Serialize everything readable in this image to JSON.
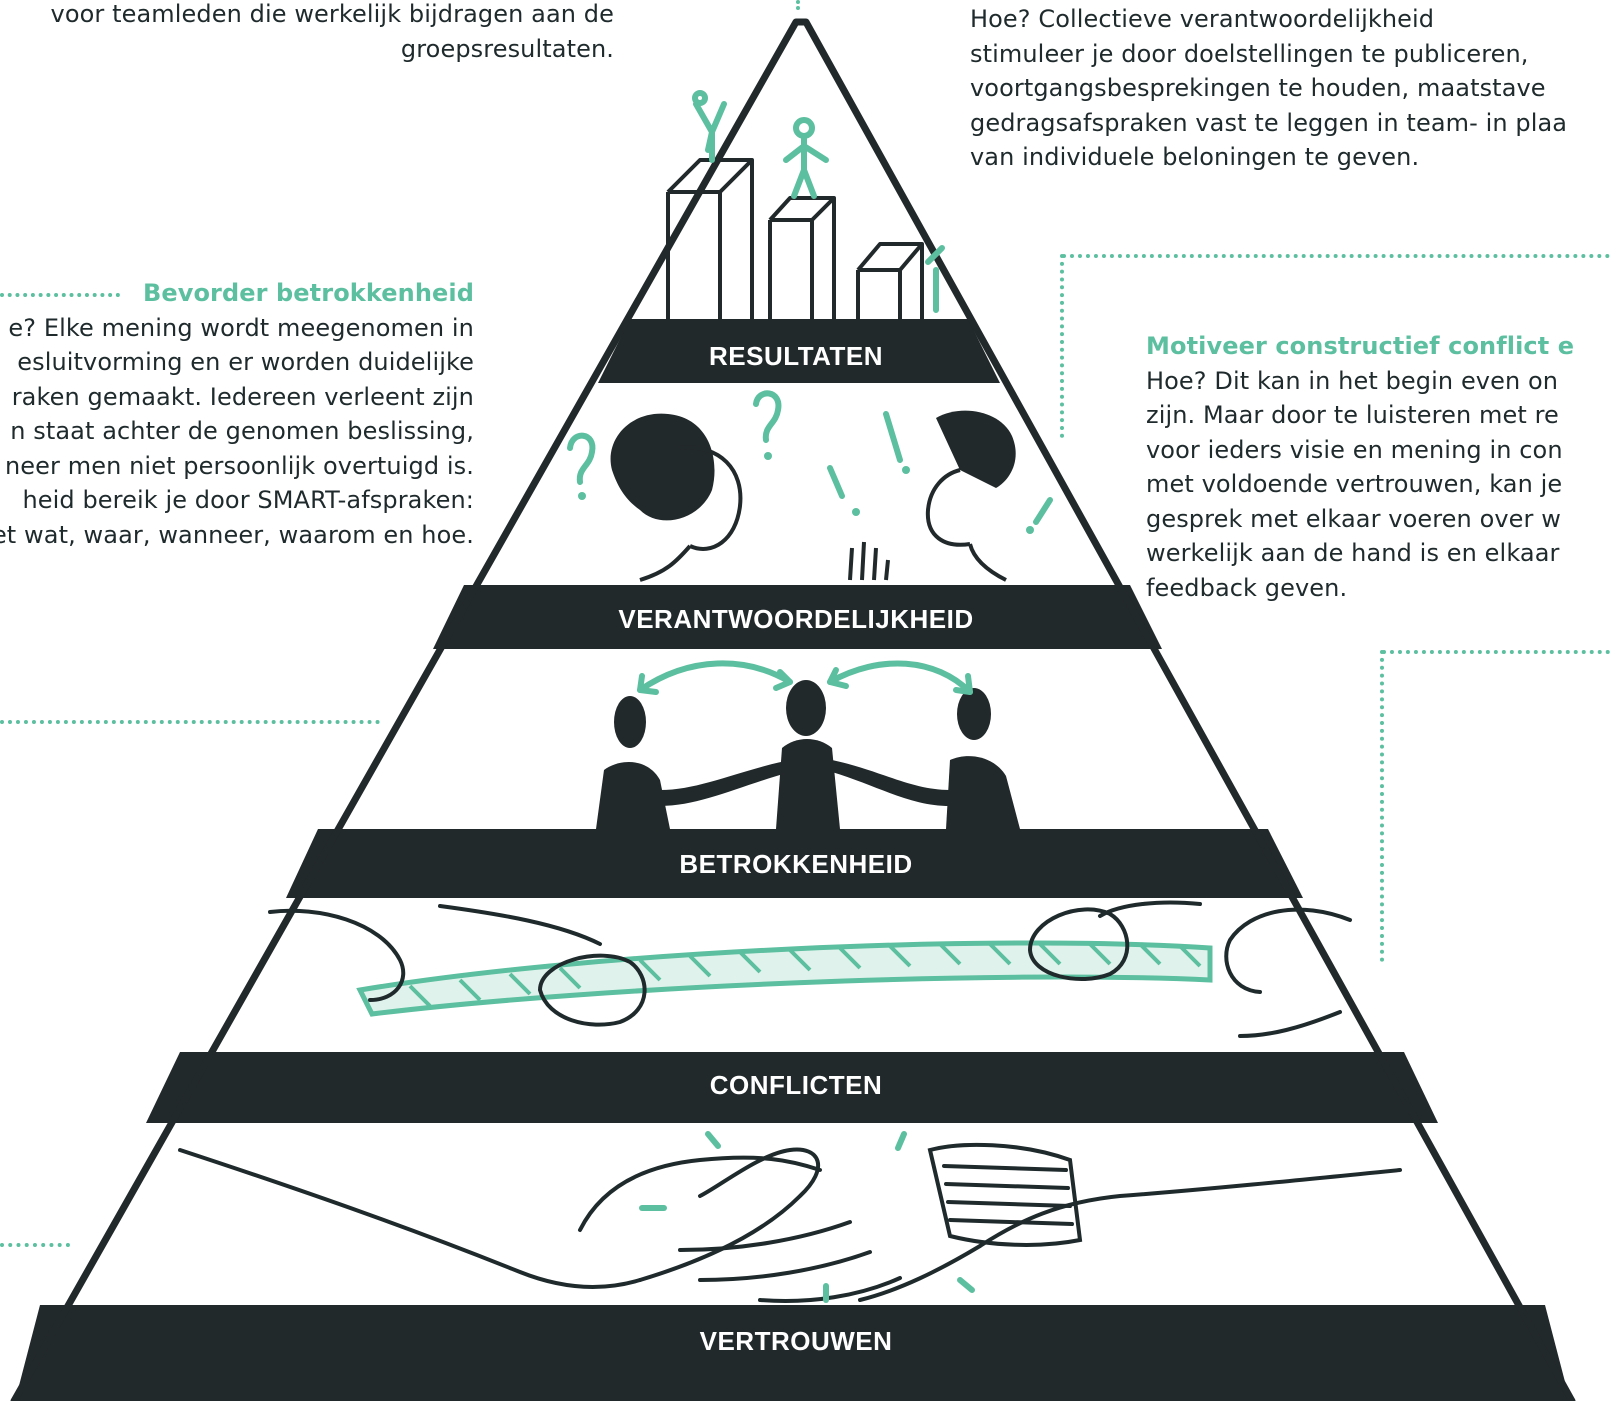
{
  "top_left_fragment": {
    "lines": [
      "voor teamleden die werkelijk bijdragen aan de",
      "groepsresultaten."
    ]
  },
  "top_right_block": {
    "lines": [
      "Hoe? Collectieve verantwoordelijkheid",
      "stimuleer je door doelstellingen te publiceren,",
      "voortgangsbesprekingen te houden, maatstave",
      "gedragsafspraken vast te leggen in team- in plaa",
      "van individuele beloningen te geven."
    ]
  },
  "left_block": {
    "heading": "Bevorder betrokkenheid",
    "lines": [
      "e? Elke mening wordt meegenomen in",
      "esluitvorming en er worden duidelijke",
      "raken gemaakt. Iedereen verleent zijn",
      "n staat achter de genomen beslissing,",
      "neer men niet persoonlijk overtuigd is.",
      "heid bereik je door SMART-afspraken:",
      "et wat, waar, wanneer, waarom en hoe."
    ]
  },
  "right_block": {
    "heading": "Motiveer constructief conflict e",
    "lines": [
      "Hoe? Dit kan in het begin even on",
      "zijn. Maar door te luisteren met re",
      "voor ieders visie en mening in con",
      "met voldoende vertrouwen, kan je",
      "gesprek met elkaar voeren over w",
      "werkelijk aan de hand is en elkaar",
      "feedback geven."
    ]
  },
  "pyramid": {
    "levels": [
      {
        "label": "RESULTATEN"
      },
      {
        "label": "VERANTWOORDELIJKHEID"
      },
      {
        "label": "BETROKKENHEID"
      },
      {
        "label": "CONFLICTEN"
      },
      {
        "label": "VERTROUWEN"
      }
    ],
    "colors": {
      "band": "#22292b",
      "accent": "#5cbf9f",
      "ink": "#1f2a2c"
    }
  }
}
